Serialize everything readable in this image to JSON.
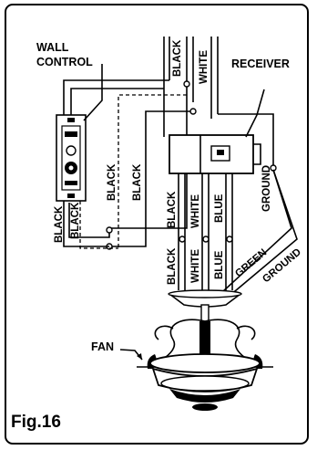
{
  "labels": {
    "wall_control_line1": "WALL",
    "wall_control_line2": "CONTROL",
    "receiver": "RECEIVER",
    "fan": "FAN",
    "top_black": "BLACK",
    "top_white": "WHITE",
    "left_black_1": "BLACK",
    "left_black_2": "BLACK",
    "wc_black_1": "BLACK",
    "wc_black_2": "BLACK",
    "recv_black": "BLACK",
    "recv_white": "WHITE",
    "recv_blue": "BLUE",
    "fan_black": "BLACK",
    "fan_white": "WHITE",
    "fan_blue": "BLUE",
    "ground_top": "GROUND",
    "green": "GREEN",
    "ground_bottom": "GROUND"
  },
  "figure": {
    "caption": "Fig.16"
  }
}
